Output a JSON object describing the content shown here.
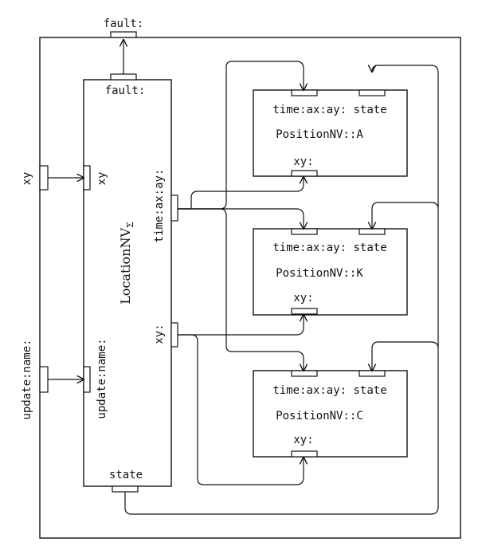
{
  "outer": {
    "fault_label": "fault:",
    "xy_label": "xy",
    "update_label": "update:name:"
  },
  "location": {
    "title": "LocationNV",
    "title_subscript": "Σ",
    "fault_label": "fault:",
    "xy_label": "xy",
    "update_label": "update:name:",
    "time_label": "time:ax:ay:",
    "xy_out_label": "xy:",
    "state_label": "state"
  },
  "positions": [
    {
      "name": "PositionNV::A",
      "time_label": "time:ax:ay:",
      "state_label": "state",
      "xy_label": "xy:"
    },
    {
      "name": "PositionNV::K",
      "time_label": "time:ax:ay:",
      "state_label": "state",
      "xy_label": "xy:"
    },
    {
      "name": "PositionNV::C",
      "time_label": "time:ax:ay:",
      "state_label": "state",
      "xy_label": "xy:"
    }
  ]
}
